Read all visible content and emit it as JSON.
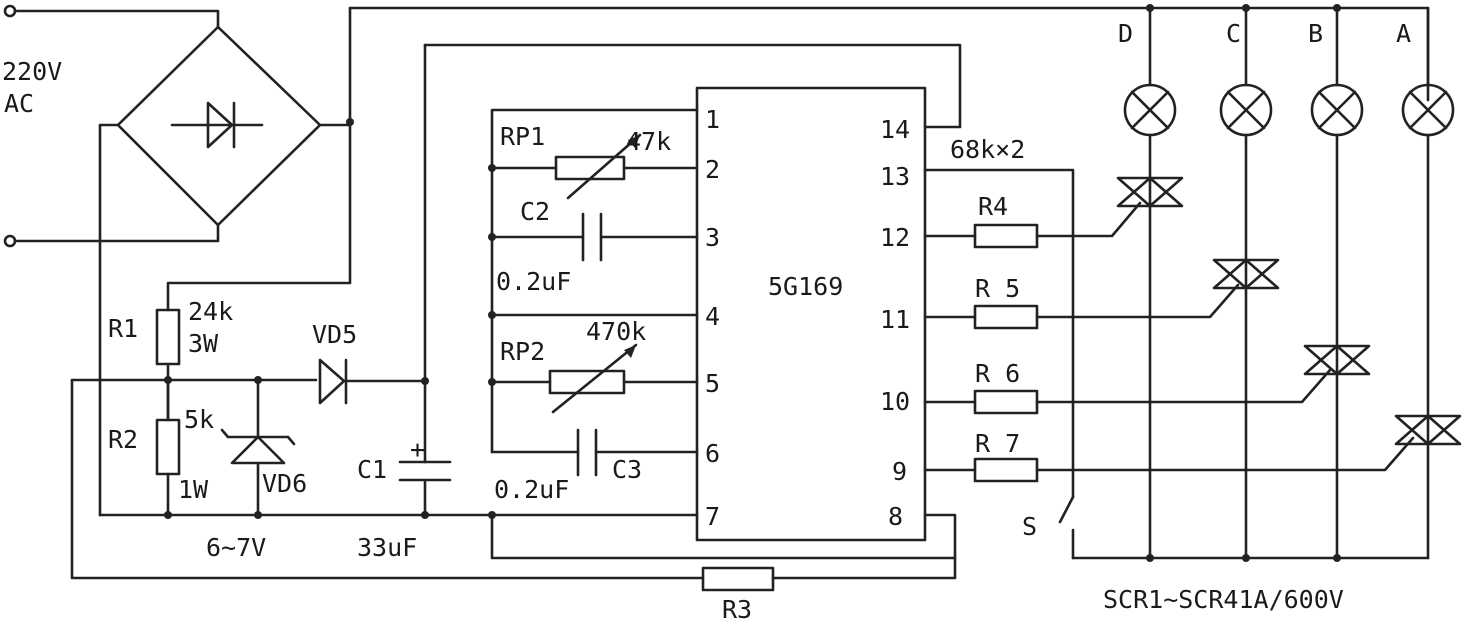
{
  "labels": {
    "supply": "220V",
    "supply_type": "AC",
    "r1": "R1",
    "r1_val": "24k",
    "r1_power": "3W",
    "r2": "R2",
    "r2_val": "5k",
    "r2_power": "1W",
    "vd5": "VD5",
    "vd6": "VD6",
    "vd6_val": "6~7V",
    "c1": "C1",
    "c1_val": "33uF",
    "rp1": "RP1",
    "rp1_val": "47k",
    "c2": "C2",
    "c2_val": "0.2uF",
    "rp2": "RP2",
    "rp2_val": "470k",
    "c3": "C3",
    "c3_val": "0.2uF",
    "ic": "5G169",
    "pins": [
      "1",
      "2",
      "3",
      "4",
      "5",
      "6",
      "7",
      "8",
      "9",
      "10",
      "11",
      "12",
      "13",
      "14"
    ],
    "res_pair": "68k×2",
    "r4": "R4",
    "r5": "R 5",
    "r6": "R 6",
    "r7": "R 7",
    "r3": "R3",
    "switch": "S",
    "lamps": [
      "D",
      "C",
      "B",
      "A"
    ],
    "scr": "SCR1~SCR41A/600V"
  }
}
